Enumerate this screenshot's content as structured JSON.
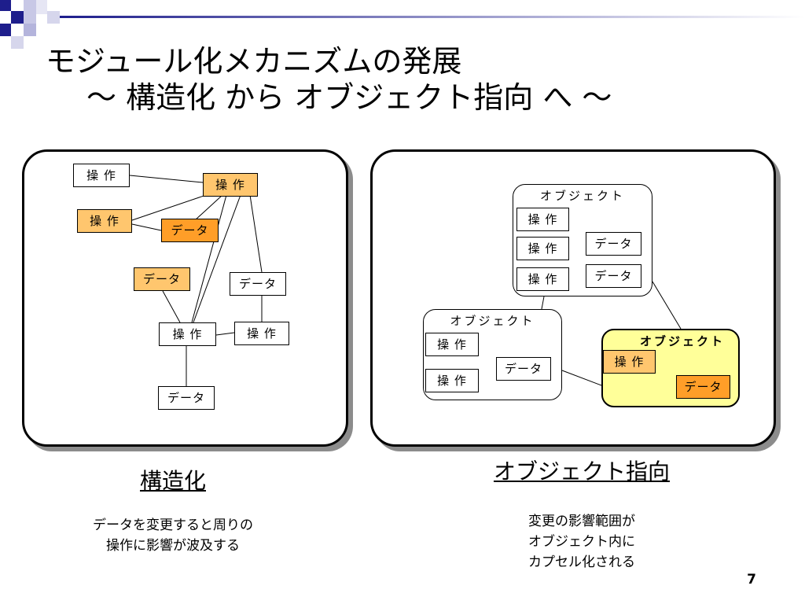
{
  "slide": {
    "title_line1": "モジュール化メカニズムの発展",
    "title_line2": "～ 構造化 から オブジェクト指向 へ ～",
    "page_number": "7"
  },
  "left_diagram": {
    "op_top_left": "操 作",
    "op_top_right": "操 作",
    "op_mid_left": "操 作",
    "data_mid": "データ",
    "data_left": "データ",
    "data_right": "データ",
    "op_center": "操 作",
    "op_right": "操 作",
    "data_bottom": "データ"
  },
  "right_diagram": {
    "obj_top": {
      "label": "オブジェクト",
      "op1": "操 作",
      "op2": "操 作",
      "op3": "操 作",
      "data1": "データ",
      "data2": "データ"
    },
    "obj_left": {
      "label": "オブジェクト",
      "op1": "操 作",
      "op2": "操 作",
      "data1": "データ"
    },
    "obj_right": {
      "label": "オブジェクト",
      "op1": "操 作",
      "data1": "データ"
    }
  },
  "left_heading": "構造化",
  "left_caption_line1": "データを変更すると周りの",
  "left_caption_line2": "操作に影響が波及する",
  "right_heading": "オブジェクト指向",
  "right_caption_line1": "変更の影響範囲が",
  "right_caption_line2": "オブジェクト内に",
  "right_caption_line3": "カプセル化される",
  "colors": {
    "deco_navy": "#1e1e8c",
    "deco_lavender": "#b4b4dc",
    "orange_light": "#ffc66e",
    "orange": "#ff9e28",
    "highlight_yellow": "#ffff99"
  }
}
